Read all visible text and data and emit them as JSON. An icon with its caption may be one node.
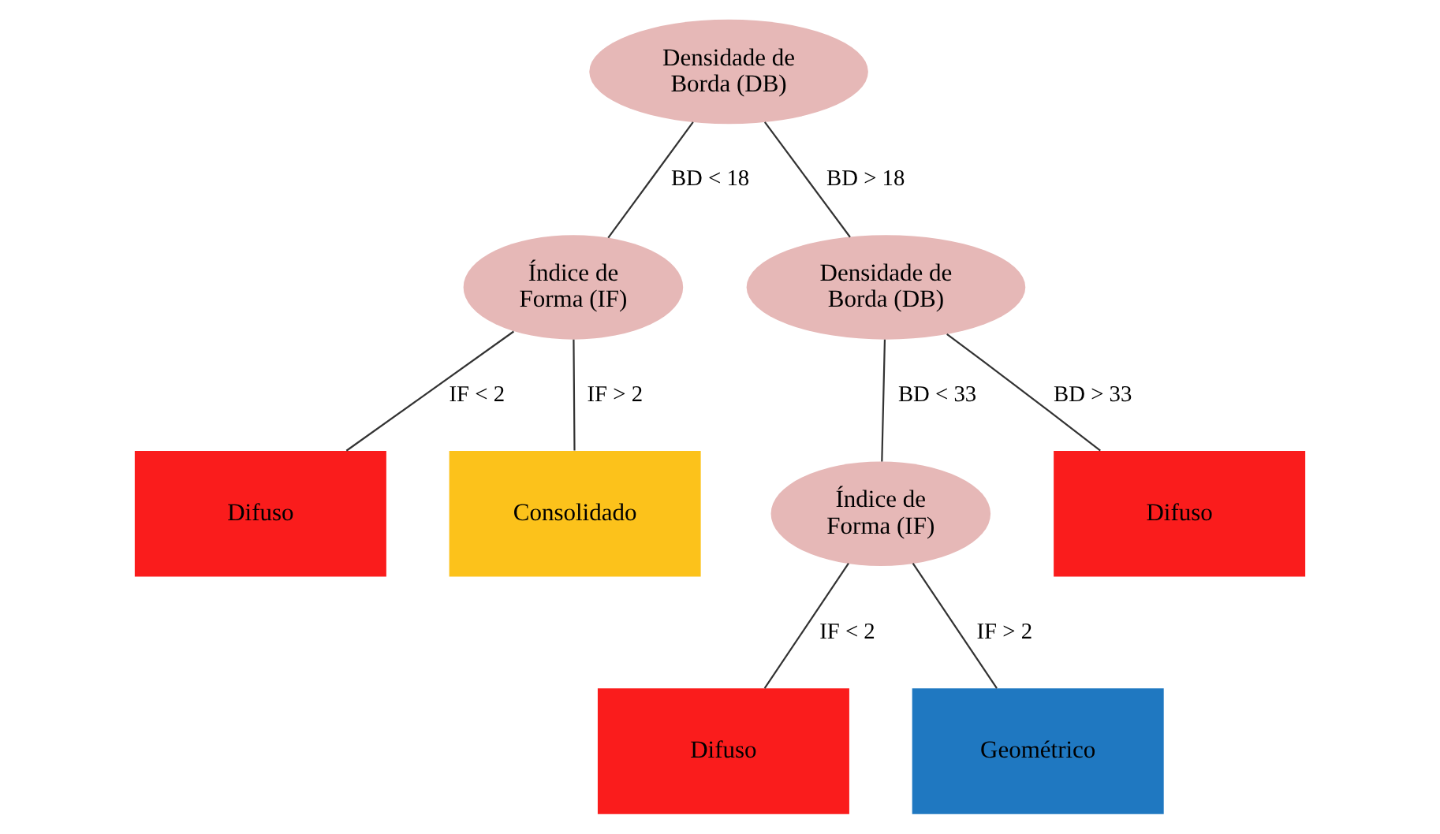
{
  "diagram": {
    "nodes": [
      {
        "text": [
          "Densidade de Borda (DB)"
        ]
      },
      {
        "text": [
          "Índice de Forma (IF)"
        ]
      },
      {
        "text": [
          "Densidade de Borda (DB)"
        ]
      },
      {
        "text": [
          "Difuso"
        ]
      },
      {
        "text": [
          "Consolidado"
        ]
      },
      {
        "text": [
          "Índice de Forma (IF)"
        ]
      },
      {
        "text": [
          "Difuso"
        ]
      },
      {
        "text": [
          "Difuso"
        ]
      },
      {
        "text": [
          "Geométrico"
        ]
      }
    ],
    "edges": [
      {
        "from": 0,
        "to": 1,
        "arrow": "none",
        "label": "BD < 18"
      },
      {
        "from": 0,
        "to": 2,
        "arrow": "none",
        "label": "BD > 18"
      },
      {
        "from": 1,
        "to": 3,
        "arrow": "none",
        "label": "IF < 2"
      },
      {
        "from": 1,
        "to": 4,
        "arrow": "none",
        "label": "IF > 2"
      },
      {
        "from": 2,
        "to": 5,
        "arrow": "none",
        "label": "BD < 33"
      },
      {
        "from": 2,
        "to": 6,
        "arrow": "none",
        "label": "BD > 33"
      },
      {
        "from": 5,
        "to": 7,
        "arrow": "none",
        "label": "IF < 2"
      },
      {
        "from": 5,
        "to": 8,
        "arrow": "none",
        "label": "IF > 2"
      }
    ]
  }
}
